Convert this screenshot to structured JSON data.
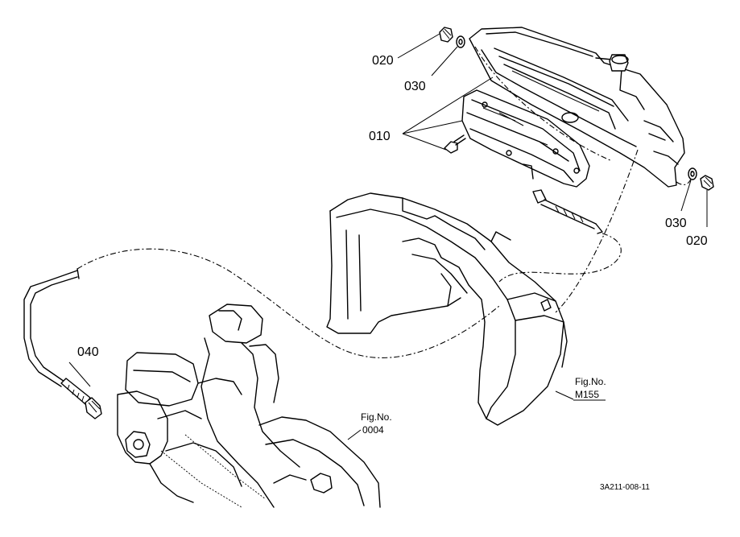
{
  "labels": {
    "p020_top": "020",
    "p030_top": "030",
    "p010": "010",
    "p030_right": "030",
    "p020_right": "020",
    "p040": "040"
  },
  "refs": {
    "m155_title": "Fig.No.",
    "m155_num": "M155",
    "f0004_title": "Fig.No.",
    "f0004_num": "0004"
  },
  "drawing_code": "3A211-008-11"
}
